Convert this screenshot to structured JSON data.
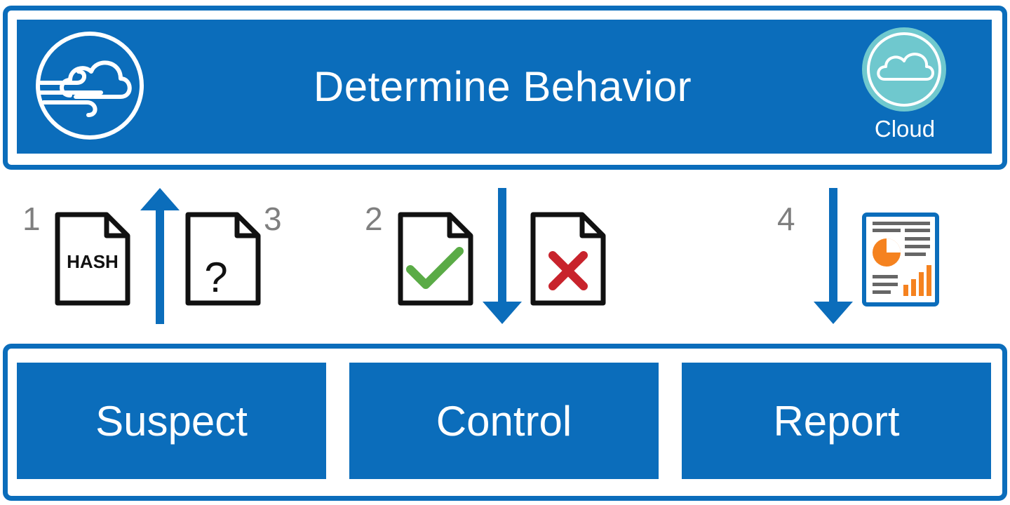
{
  "header": {
    "title": "Determine Behavior",
    "cloud_label": "Cloud"
  },
  "steps": {
    "step1": "1",
    "step2": "2",
    "step3": "3",
    "step4": "4"
  },
  "icons": {
    "hash_doc_text": "HASH",
    "unknown_doc_text": "?",
    "wind": "wind-cloud-icon",
    "cloud": "cloud-icon",
    "allow": "checkmark-document-icon",
    "block": "x-document-icon",
    "report": "report-icon"
  },
  "stages": [
    {
      "label": "Suspect"
    },
    {
      "label": "Control"
    },
    {
      "label": "Report"
    }
  ],
  "colors": {
    "primary_blue": "#0b6dbb",
    "cloud_teal": "#6fc8ce",
    "check_green": "#5aab46",
    "cross_red": "#c8232c",
    "report_orange": "#f5821f",
    "number_gray": "#7f7f7f"
  }
}
